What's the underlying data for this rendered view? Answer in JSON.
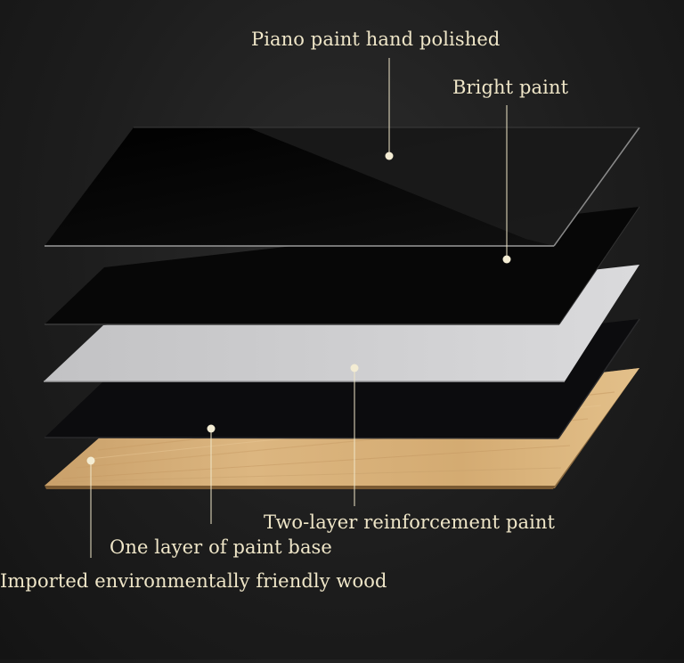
{
  "layers": [
    {
      "id": "piano-paint",
      "label": "Piano paint hand polished"
    },
    {
      "id": "bright-paint",
      "label": "Bright paint"
    },
    {
      "id": "reinforcement-paint",
      "label": "Two-layer reinforcement paint"
    },
    {
      "id": "paint-base",
      "label": "One layer of paint base"
    },
    {
      "id": "wood",
      "label": "Imported environmentally friendly wood"
    }
  ],
  "colors": {
    "background": "#1d1d1d",
    "label_text": "#efe6c8",
    "leader_line": "#efe6c8",
    "piano_layer": "#050505",
    "bright_layer": "#070707",
    "reinforcement_layer": "#cfcfd1",
    "base_layer": "#0d0d0f",
    "wood_layer": "#d8b37c"
  }
}
